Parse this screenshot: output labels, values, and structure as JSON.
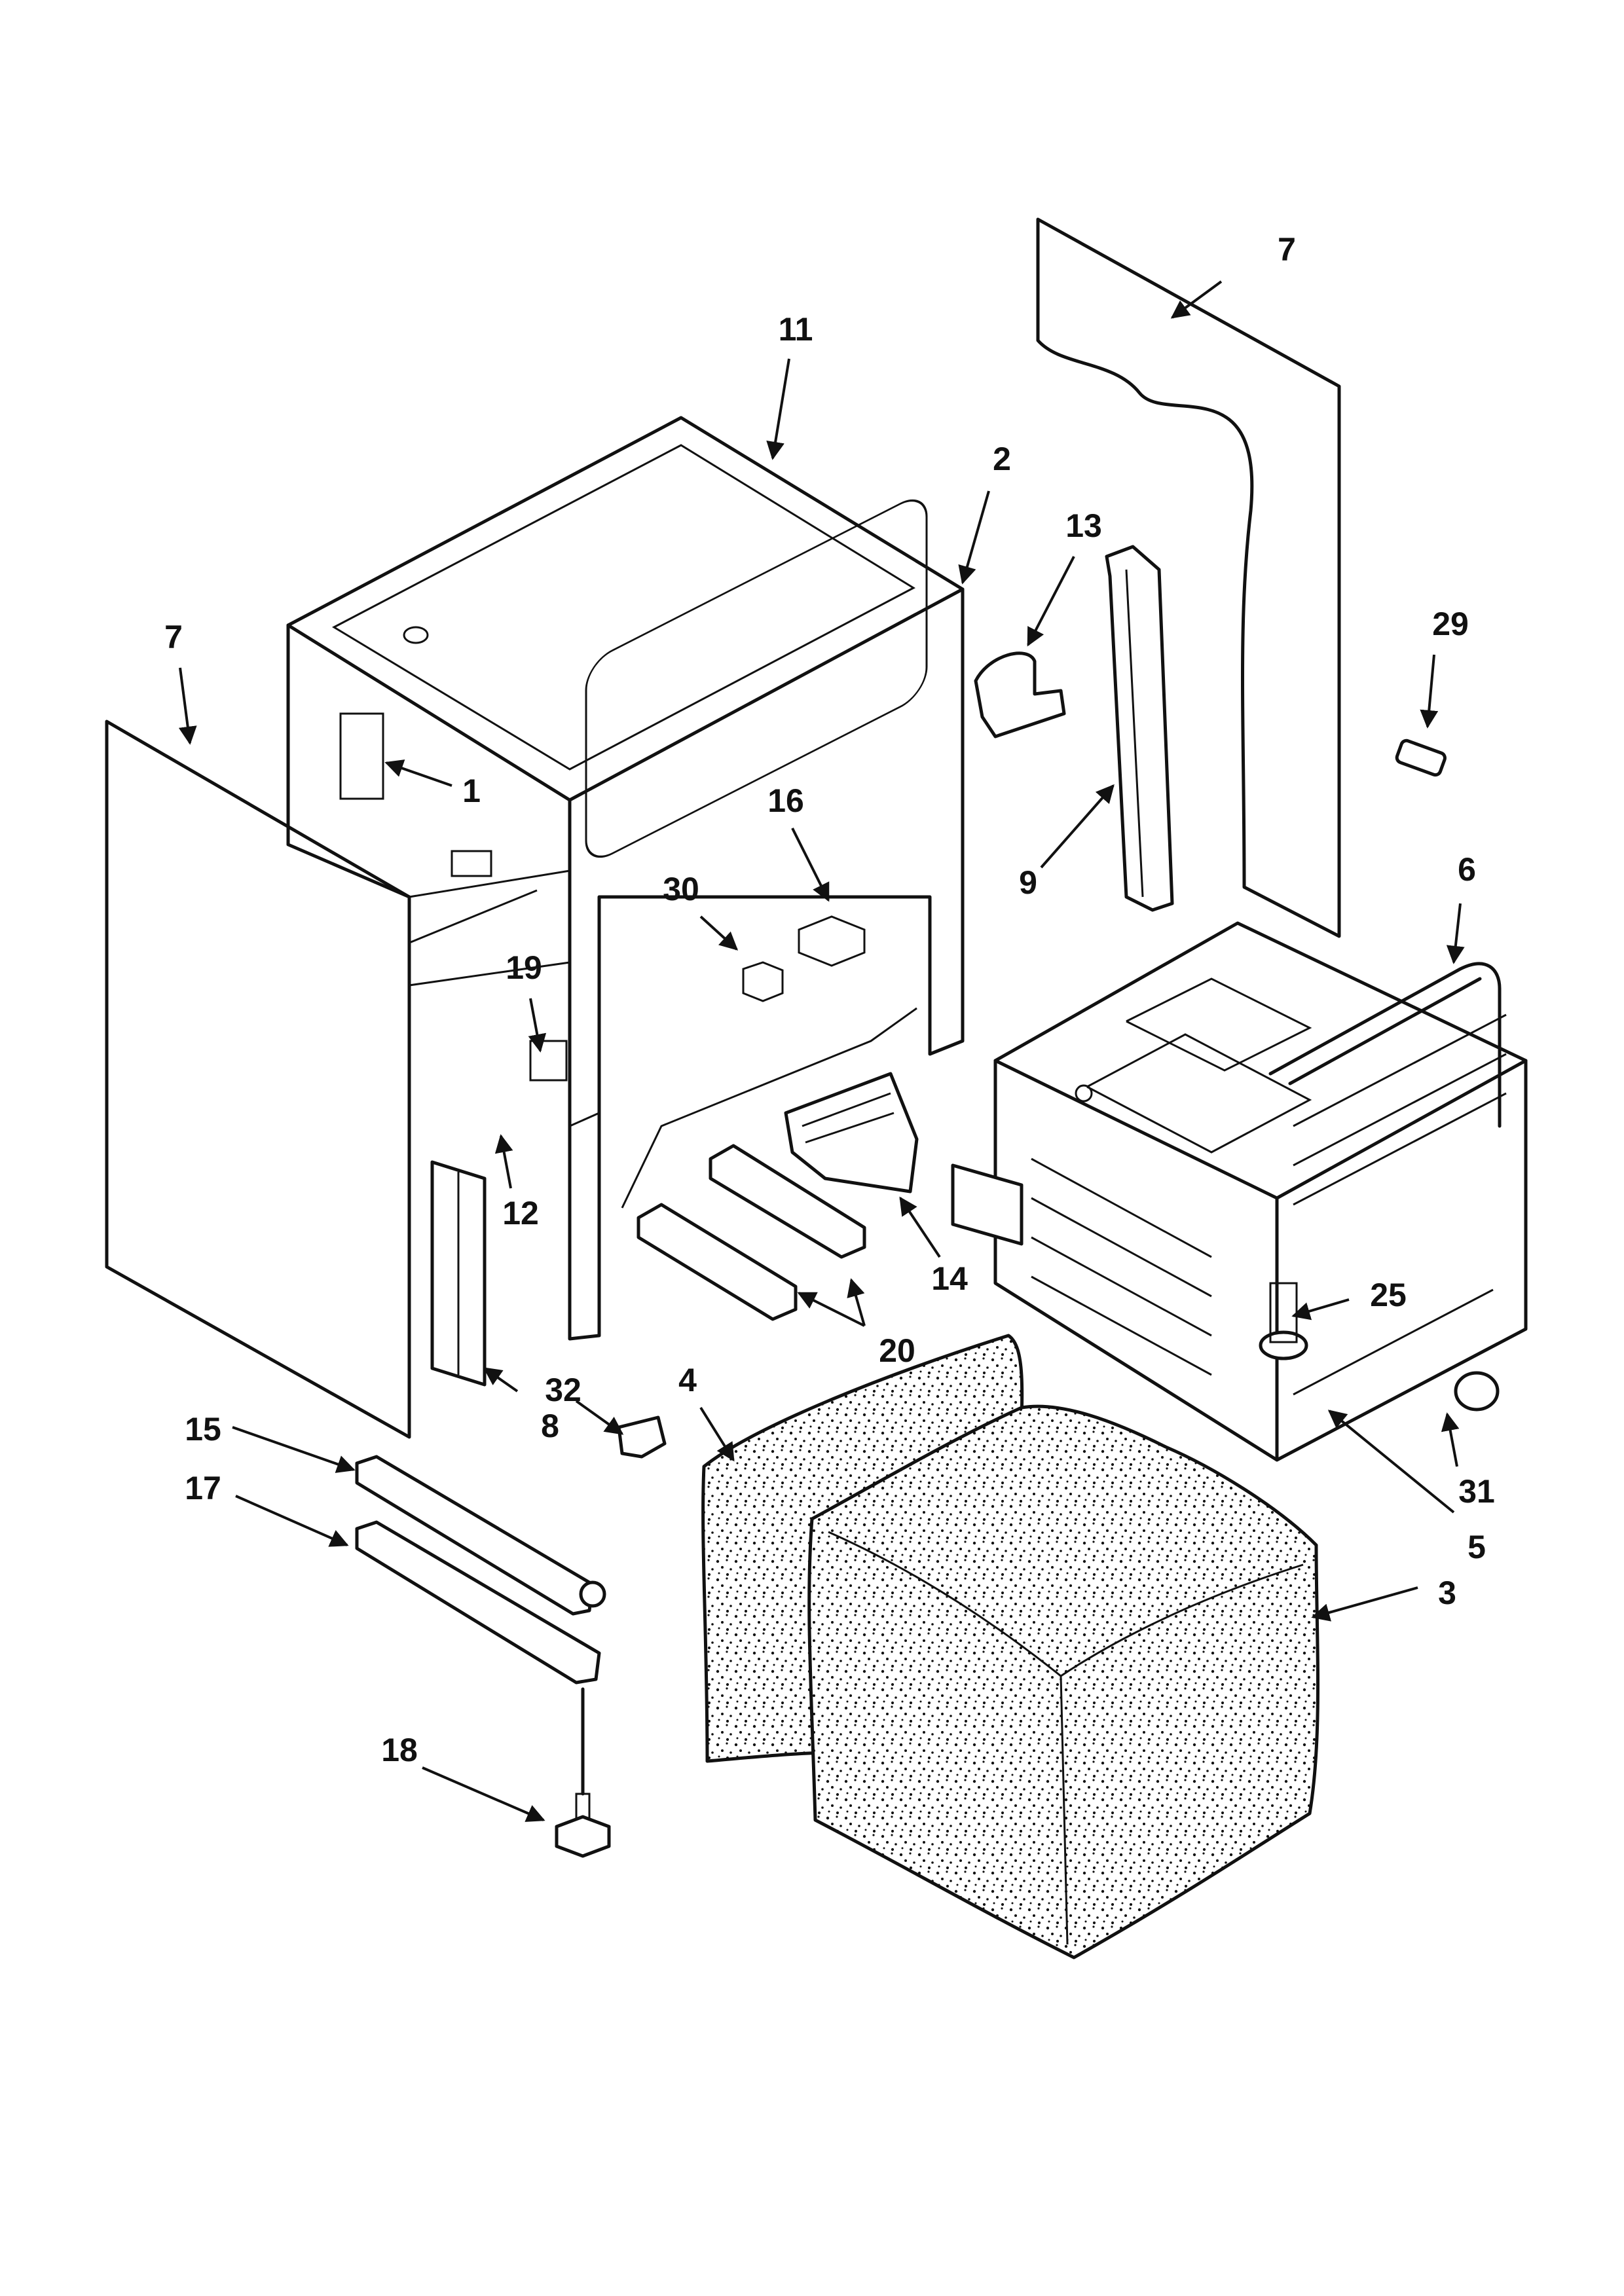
{
  "diagram": {
    "type": "exploded-parts-view",
    "callouts": [
      "1",
      "2",
      "3",
      "4",
      "5",
      "6",
      "7",
      "7",
      "8",
      "9",
      "11",
      "12",
      "13",
      "14",
      "15",
      "16",
      "17",
      "18",
      "19",
      "20",
      "25",
      "29",
      "30",
      "31",
      "32"
    ]
  },
  "colors": {
    "ink": "#111111",
    "paper": "#ffffff"
  }
}
